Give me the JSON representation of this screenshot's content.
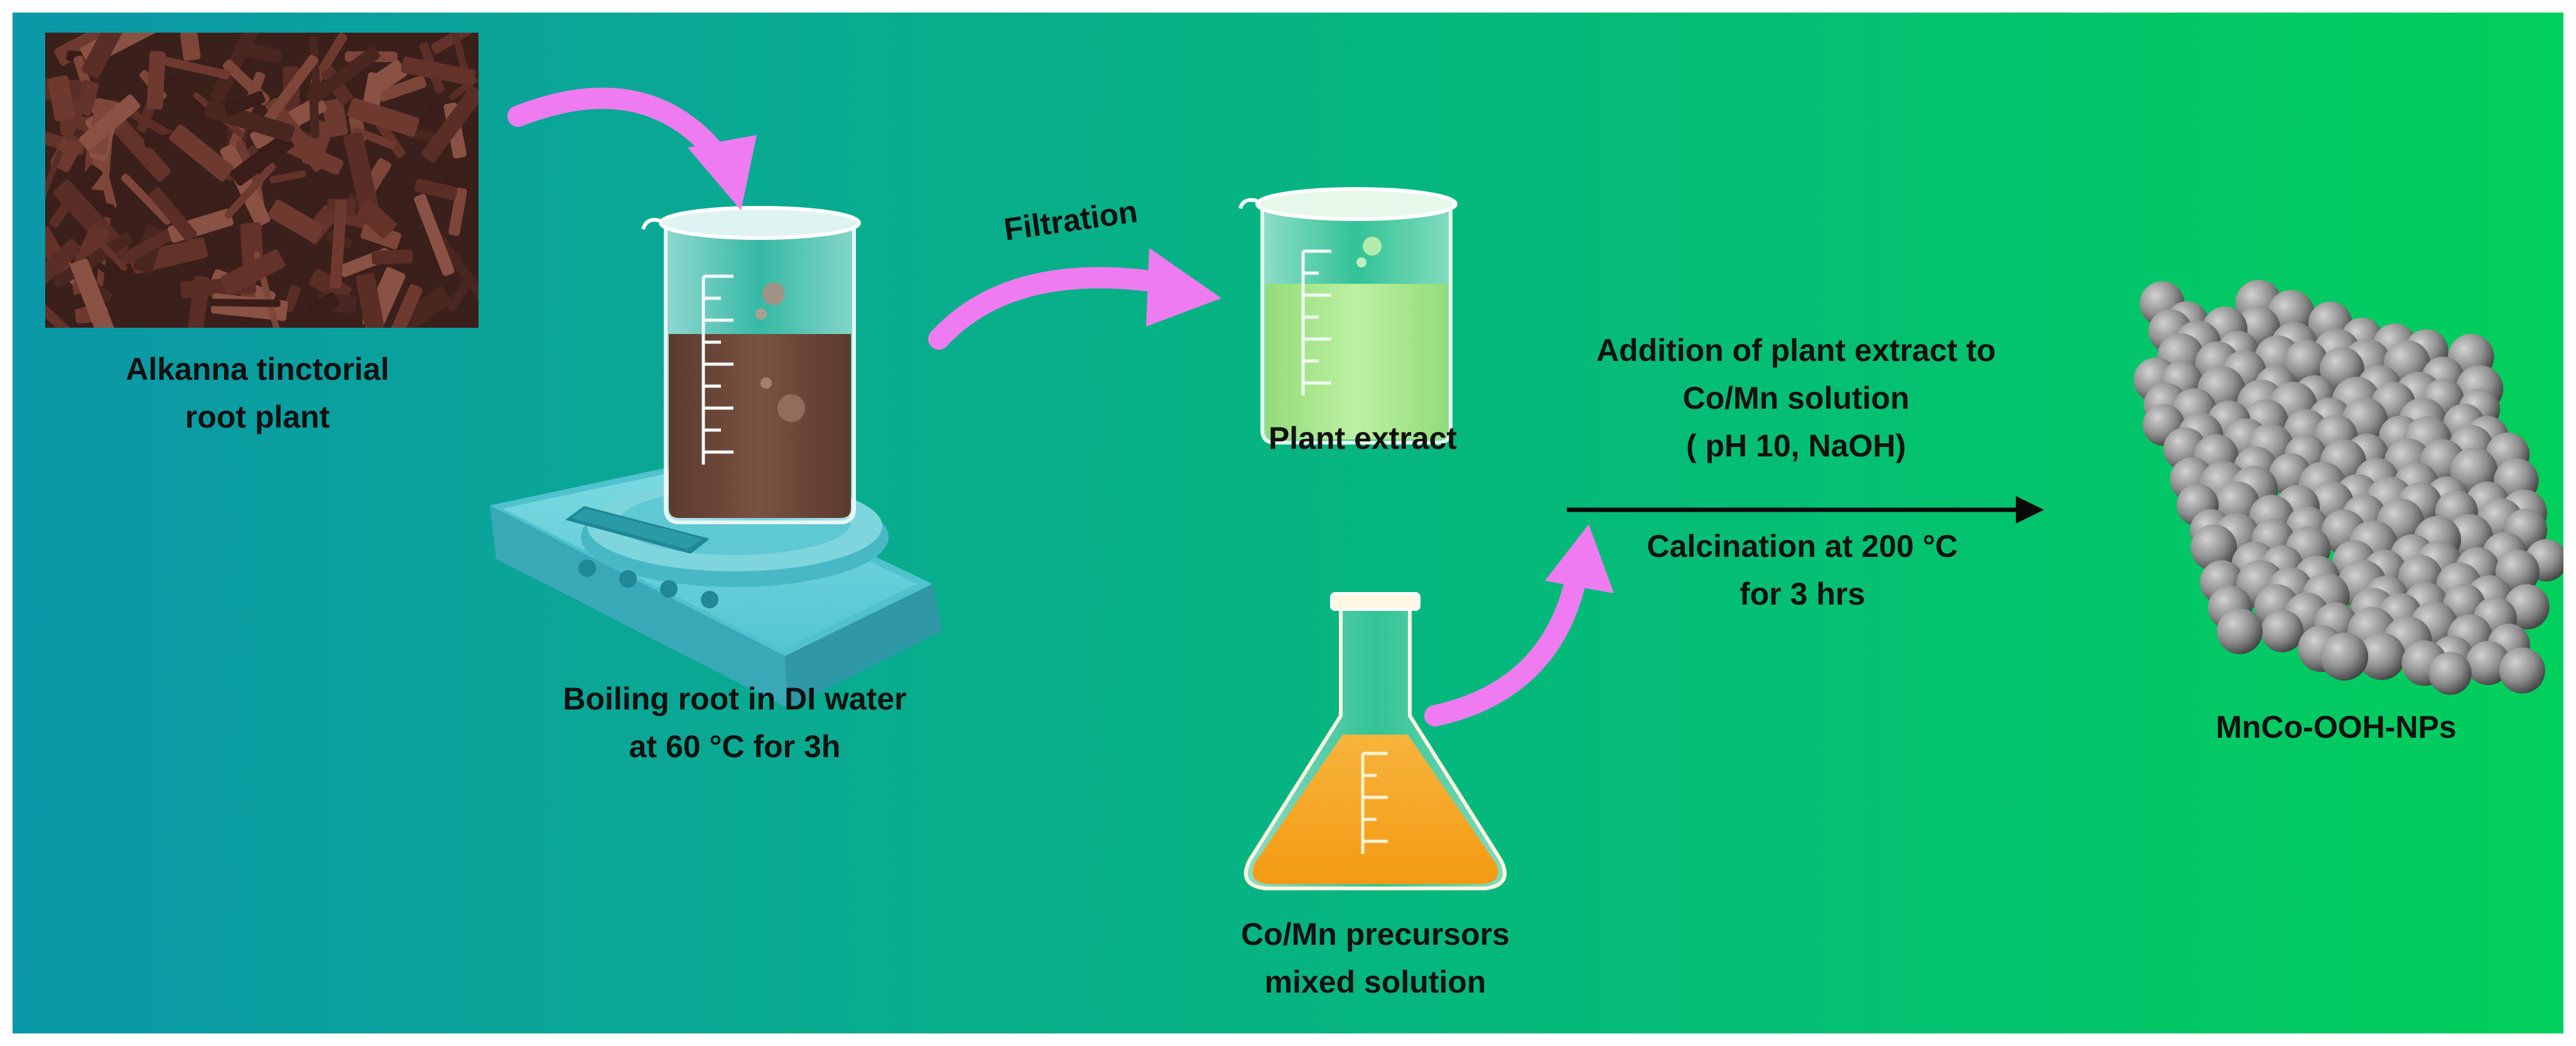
{
  "labels": {
    "root": {
      "line1": "Alkanna tinctorial",
      "line2": "root plant"
    },
    "boiling": {
      "line1": "Boiling root in DI water",
      "line2": "at 60 °C for 3h"
    },
    "filtration": "Filtration",
    "extract": "Plant extract",
    "addition": {
      "line1": "Addition of plant extract to",
      "line2": "Co/Mn solution",
      "line3": "( pH 10, NaOH)"
    },
    "calcination": {
      "line1": "Calcination at 200 °C",
      "line2": "for 3 hrs"
    },
    "precursors": {
      "line1": "Co/Mn precursors",
      "line2": "mixed solution"
    },
    "product": "MnCo-OOH-NPs"
  },
  "colors": {
    "background_left": "#0b97a8",
    "background_right": "#01cf5b",
    "curved_arrows": "#ee7cf0",
    "boiling_liquid": "#6e4a3c",
    "extract_liquid": "#a8e88c",
    "precursor_liquid": "#f5a623",
    "hotplate": "#54c7d3",
    "nanoparticles": "#8c8c8c"
  }
}
